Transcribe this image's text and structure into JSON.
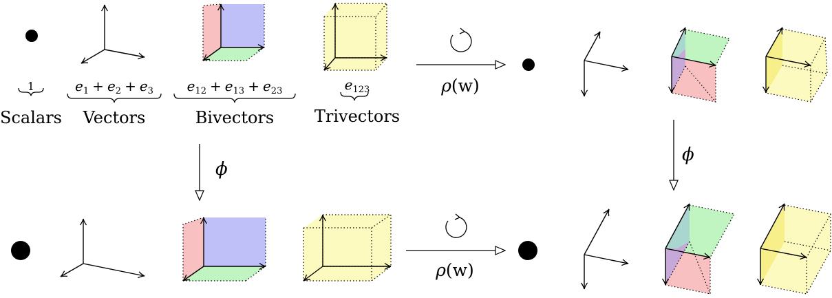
{
  "basis_terms": {
    "scalar": "1",
    "vector": [
      "e",
      "1",
      "+",
      "e",
      "2",
      "+",
      "e",
      "3"
    ],
    "bivector": [
      "e",
      "12",
      "+",
      "e",
      "13",
      "+",
      "e",
      "23"
    ],
    "trivector": [
      "e",
      "123"
    ]
  },
  "grade_labels": {
    "scalars": "Scalars",
    "vectors": "Vectors",
    "bivectors": "Bivectors",
    "trivectors": "Trivectors"
  },
  "maps": {
    "phi": "ϕ",
    "rho_head": "ρ",
    "rho_arg": "(w)"
  },
  "colors": {
    "bivector_red": "#f8c0c0",
    "bivector_green": "#c0f4c0",
    "bivector_blue": "#c0c0f8",
    "bivector_teal": "#a9d6cf",
    "bivector_purple": "#c6a9d9",
    "trivector_yellow": "#fdfac0",
    "trivector_yellow_dark": "#f7ef8a"
  },
  "icons": [
    "rotation-icon",
    "scalar-dot-icon",
    "axes-icon",
    "down-arrow-icon",
    "right-arrow-icon"
  ]
}
